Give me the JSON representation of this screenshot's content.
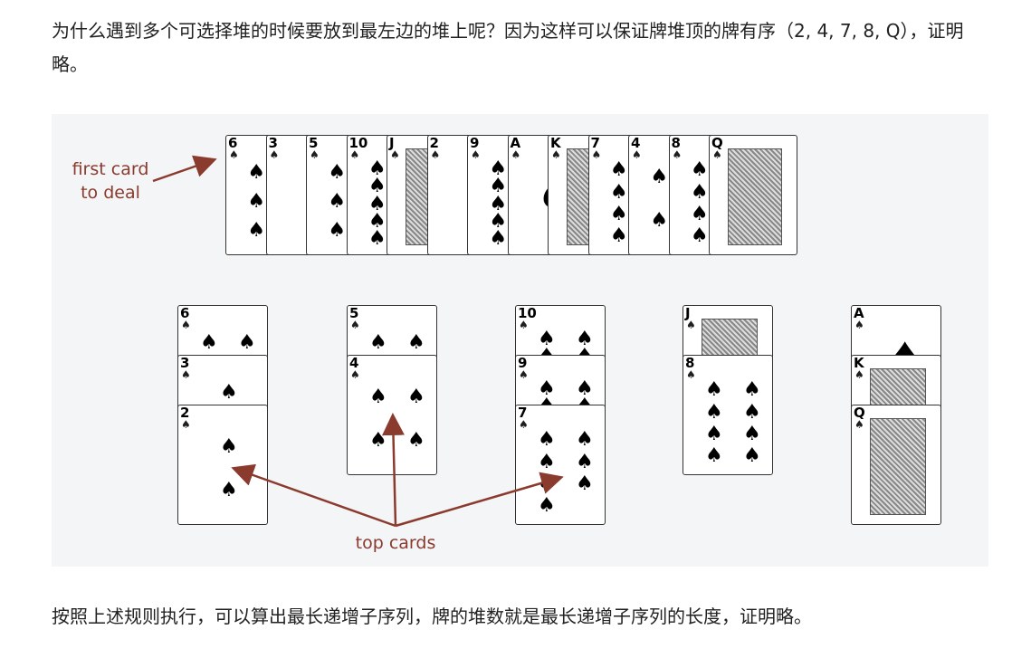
{
  "paragraph_top": "为什么遇到多个可选择堆的时候要放到最左边的堆上呢？因为这样可以保证牌堆顶的牌有序（2, 4, 7, 8, Q），证明略。",
  "paragraph_bottom": "按照上述规则执行，可以算出最长递增子序列，牌的堆数就是最长递增子序列的长度，证明略。",
  "figure": {
    "first_card_label_line1": "first card",
    "first_card_label_line2": "to deal",
    "top_cards_label": "top cards",
    "label_color": "#8b3a2e",
    "suit_symbol": "♠",
    "deal_sequence": [
      "6",
      "3",
      "5",
      "10",
      "J",
      "2",
      "9",
      "A",
      "K",
      "7",
      "4",
      "8",
      "Q"
    ],
    "piles": [
      [
        "6",
        "3",
        "2"
      ],
      [
        "5",
        "4"
      ],
      [
        "10",
        "9",
        "7"
      ],
      [
        "J",
        "8"
      ],
      [
        "A",
        "K",
        "Q"
      ]
    ]
  }
}
